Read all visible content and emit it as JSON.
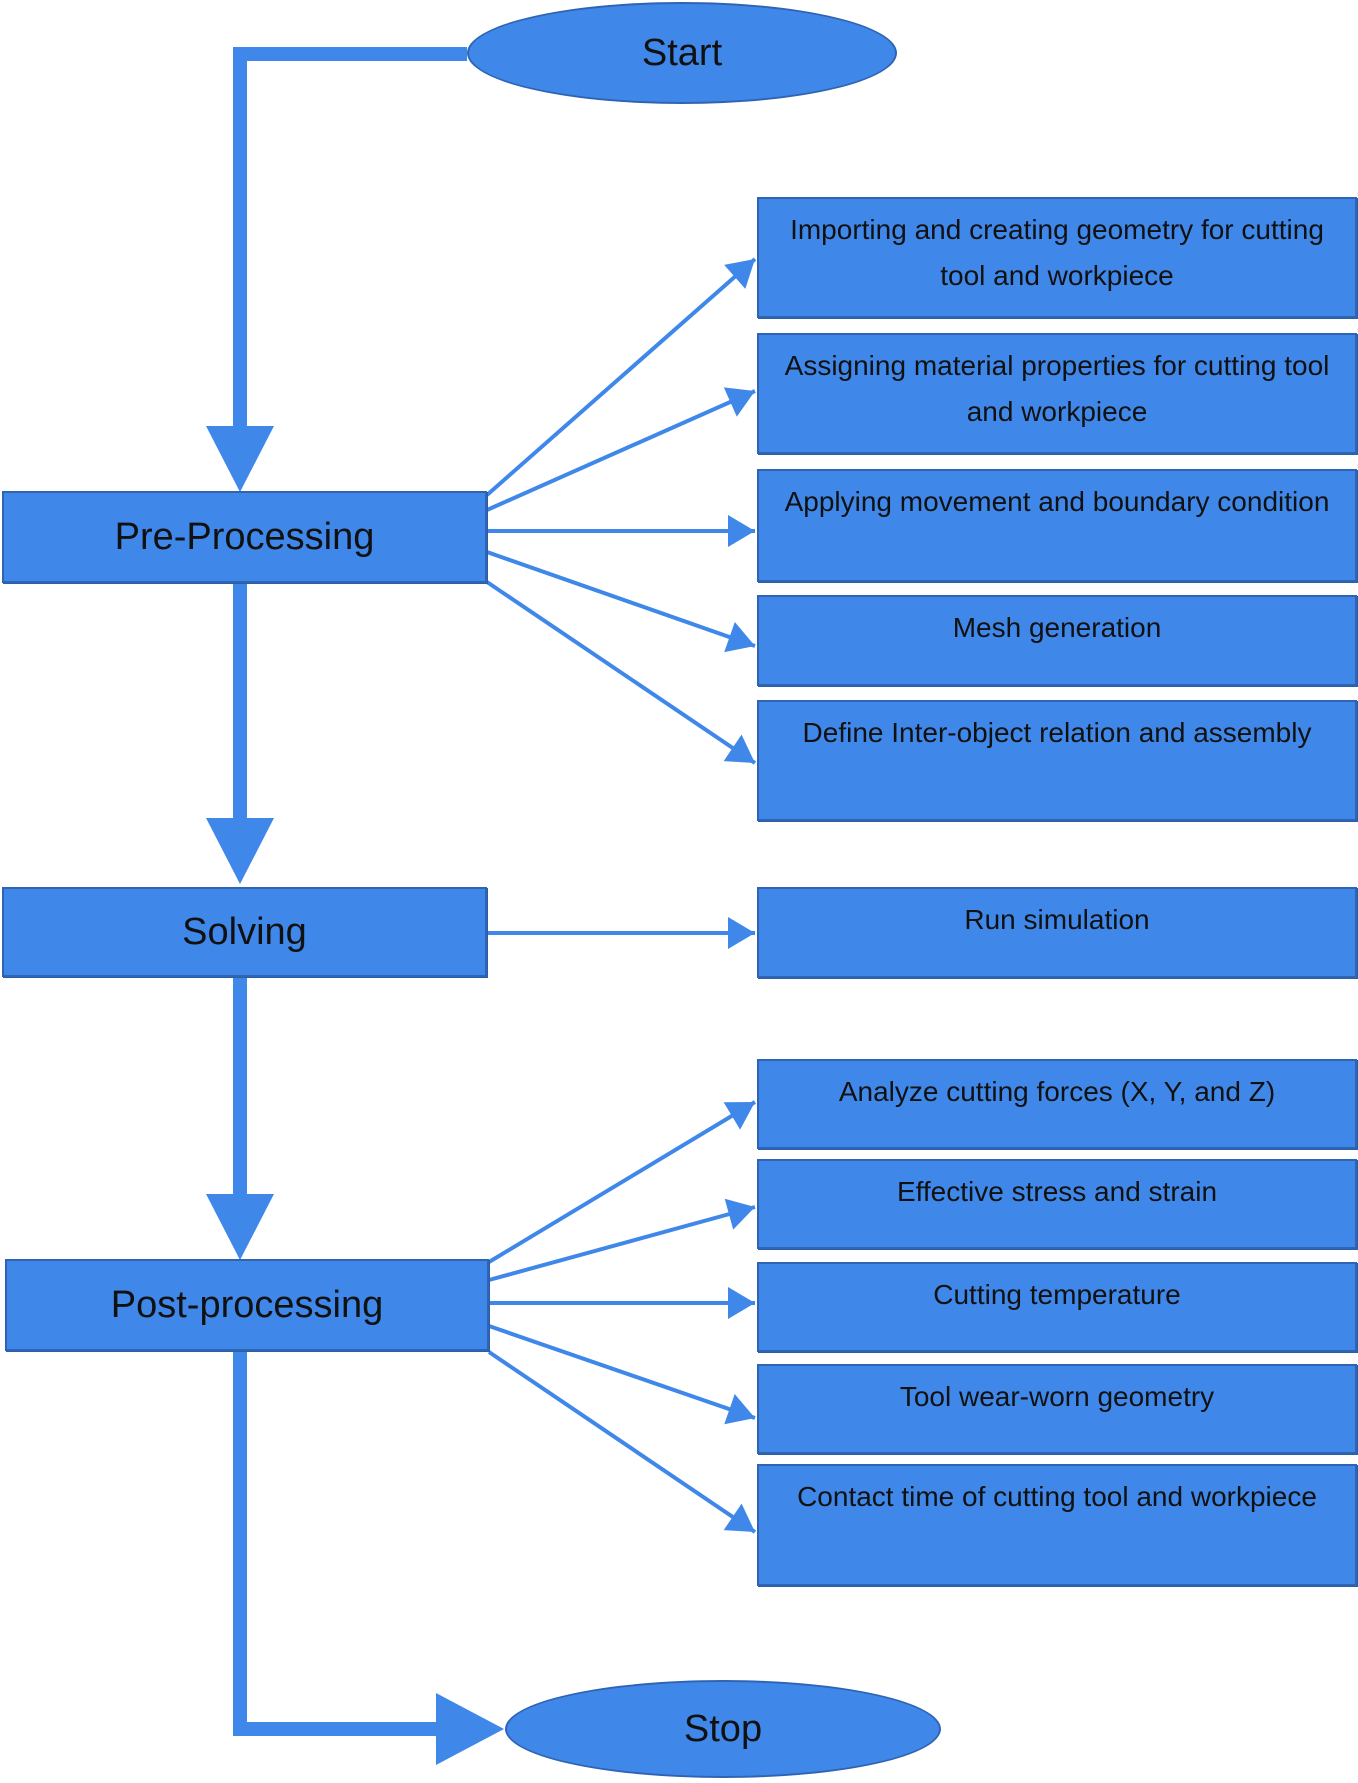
{
  "nodes": {
    "start": "Start",
    "stop": "Stop",
    "pre_processing": "Pre-Processing",
    "solving": "Solving",
    "post_processing": "Post-processing"
  },
  "pre_processing_steps": [
    "Importing and creating geometry for cutting tool and workpiece",
    "Assigning material properties for cutting tool and workpiece",
    "Applying movement and boundary condition",
    "Mesh generation",
    "Define Inter-object relation and assembly"
  ],
  "solving_steps": [
    "Run simulation"
  ],
  "post_processing_steps": [
    "Analyze cutting forces (X, Y, and Z)",
    "Effective stress and strain",
    "Cutting temperature",
    "Tool wear-worn geometry",
    "Contact time of cutting tool and workpiece"
  ],
  "colors": {
    "fill": "#3f88ea",
    "border": "#2e64b3",
    "arrow": "#3f88ea"
  }
}
